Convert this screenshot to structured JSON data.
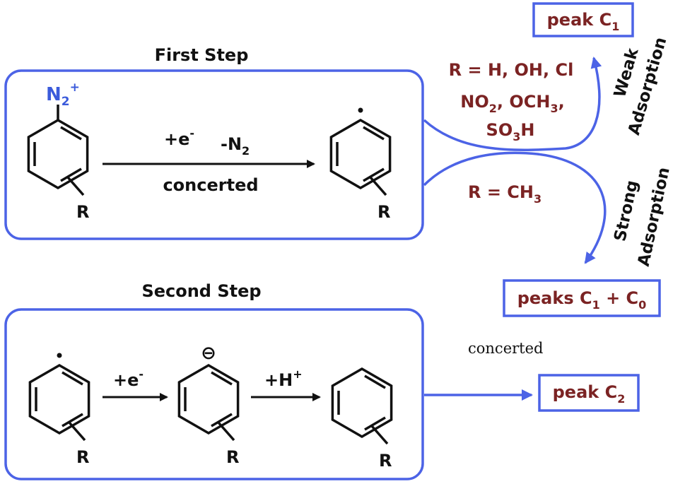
{
  "colors": {
    "frame": "#4c63e6",
    "red_text": "#7b2323",
    "black": "#111111",
    "blue_text": "#3b5bdb"
  },
  "first_step": {
    "title": "First Step",
    "reactant": {
      "group": "N",
      "group_sub": "2",
      "group_sup": "+",
      "substituent": "R"
    },
    "arrow": {
      "electron": "+e",
      "electron_sup": "-",
      "loss": "-N",
      "loss_sub": "2",
      "mode": "concerted"
    },
    "product": {
      "substituent": "R"
    }
  },
  "weak_branch": {
    "r_line1": "R = H, OH, Cl",
    "r_line2_a": "NO",
    "r_line2_sub1": "2",
    "r_line2_b": ", OCH",
    "r_line2_sub2": "3",
    "r_line2_c": ",",
    "r_line3_a": "SO",
    "r_line3_sub": "3",
    "r_line3_b": "H",
    "label_line1": "Weak",
    "label_line2": "Adsorption",
    "result_text": "peak C",
    "result_sub": "1"
  },
  "strong_branch": {
    "r_a": "R = CH",
    "r_sub": "3",
    "label_line1": "Strong",
    "label_line2": "Adsorption",
    "result_text": "peaks C",
    "result_sub1": "1",
    "result_mid": " + C",
    "result_sub2": "0"
  },
  "second_step": {
    "title": "Second Step",
    "arrow1": {
      "text": "+e",
      "sup": "-"
    },
    "arrow2": {
      "text": "+H",
      "sup": "+"
    },
    "anion_charge": "⊖",
    "substituent": "R",
    "outflow_label": "concerted",
    "result_text": "peak C",
    "result_sub": "2"
  }
}
